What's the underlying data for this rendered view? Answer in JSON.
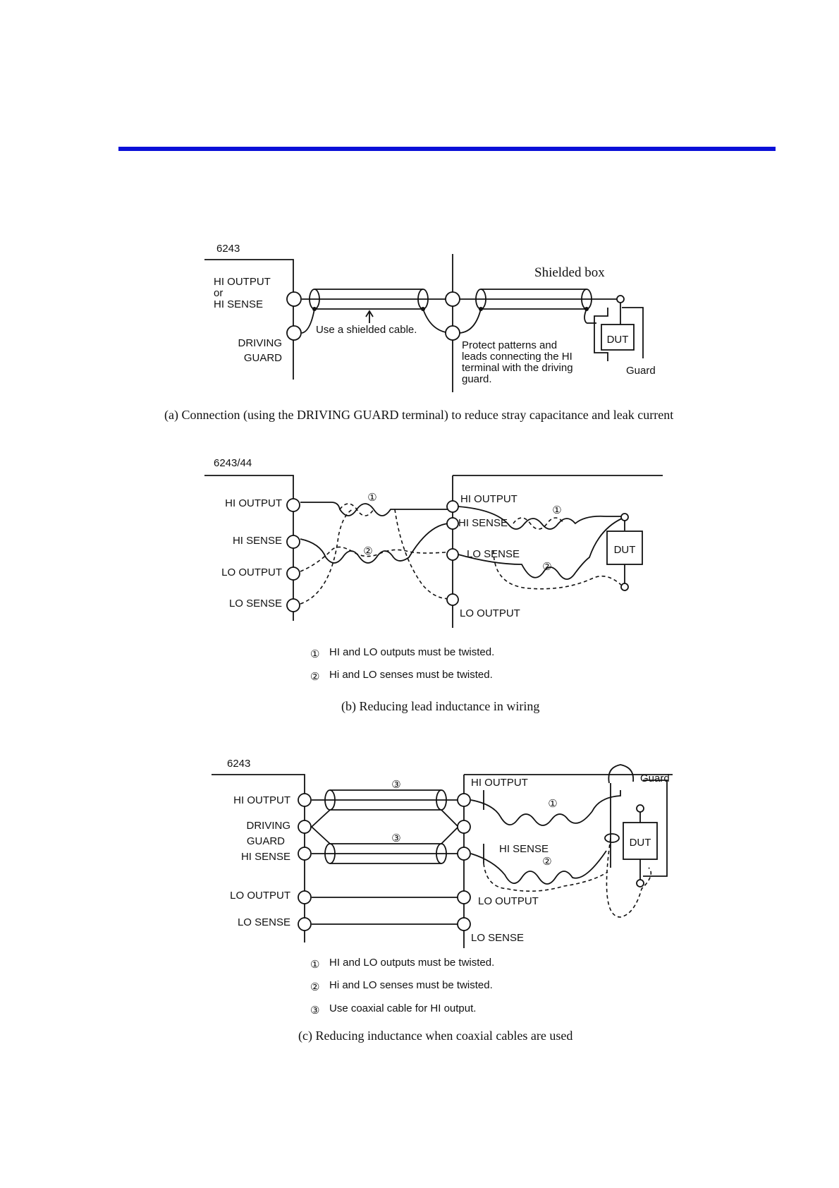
{
  "header": {
    "rule_color": "#0a10d8"
  },
  "diagram_a": {
    "instrument": "6243",
    "terminal_hi": [
      "HI OUTPUT",
      "or",
      "HI SENSE"
    ],
    "terminal_guard": [
      "DRIVING",
      "GUARD"
    ],
    "note_cable": "Use a shielded cable.",
    "shielded_box": "Shielded box",
    "note_protect": [
      "Protect patterns and",
      "leads connecting the HI",
      "terminal with the driving",
      "guard."
    ],
    "dut": "DUT",
    "guard": "Guard",
    "caption": "(a) Connection (using the DRIVING GUARD terminal) to reduce stray capacitance and leak current"
  },
  "diagram_b": {
    "instrument": "6243/44",
    "left_terminals": [
      "HI OUTPUT",
      "HI SENSE",
      "LO OUTPUT",
      "LO SENSE"
    ],
    "right_hi_output": "HI OUTPUT",
    "right_hi_sense": "HI SENSE",
    "right_lo_sense": "LO SENSE",
    "right_lo_output": "LO OUTPUT",
    "dut": "DUT",
    "marker1": "①",
    "marker2": "②",
    "notes": [
      {
        "marker": "①",
        "text": "HI and LO outputs must be twisted."
      },
      {
        "marker": "②",
        "text": "Hi and LO senses must be twisted."
      }
    ],
    "caption": "(b) Reducing lead inductance in wiring"
  },
  "diagram_c": {
    "instrument": "6243",
    "left_terminals": [
      "HI OUTPUT",
      "DRIVING",
      "GUARD",
      "HI SENSE",
      "LO OUTPUT",
      "LO SENSE"
    ],
    "right_hi_output": "HI OUTPUT",
    "right_hi_sense": "HI SENSE",
    "right_lo_output": "LO OUTPUT",
    "right_lo_sense": "LO SENSE",
    "guard": "Guard",
    "dut": "DUT",
    "marker1": "①",
    "marker2": "②",
    "marker3": "③",
    "notes": [
      {
        "marker": "①",
        "text": "HI and LO outputs must be twisted."
      },
      {
        "marker": "②",
        "text": "Hi and LO senses must be twisted."
      },
      {
        "marker": "③",
        "text": "Use coaxial cable for HI output."
      }
    ],
    "caption": "(c) Reducing inductance when coaxial cables are used"
  }
}
